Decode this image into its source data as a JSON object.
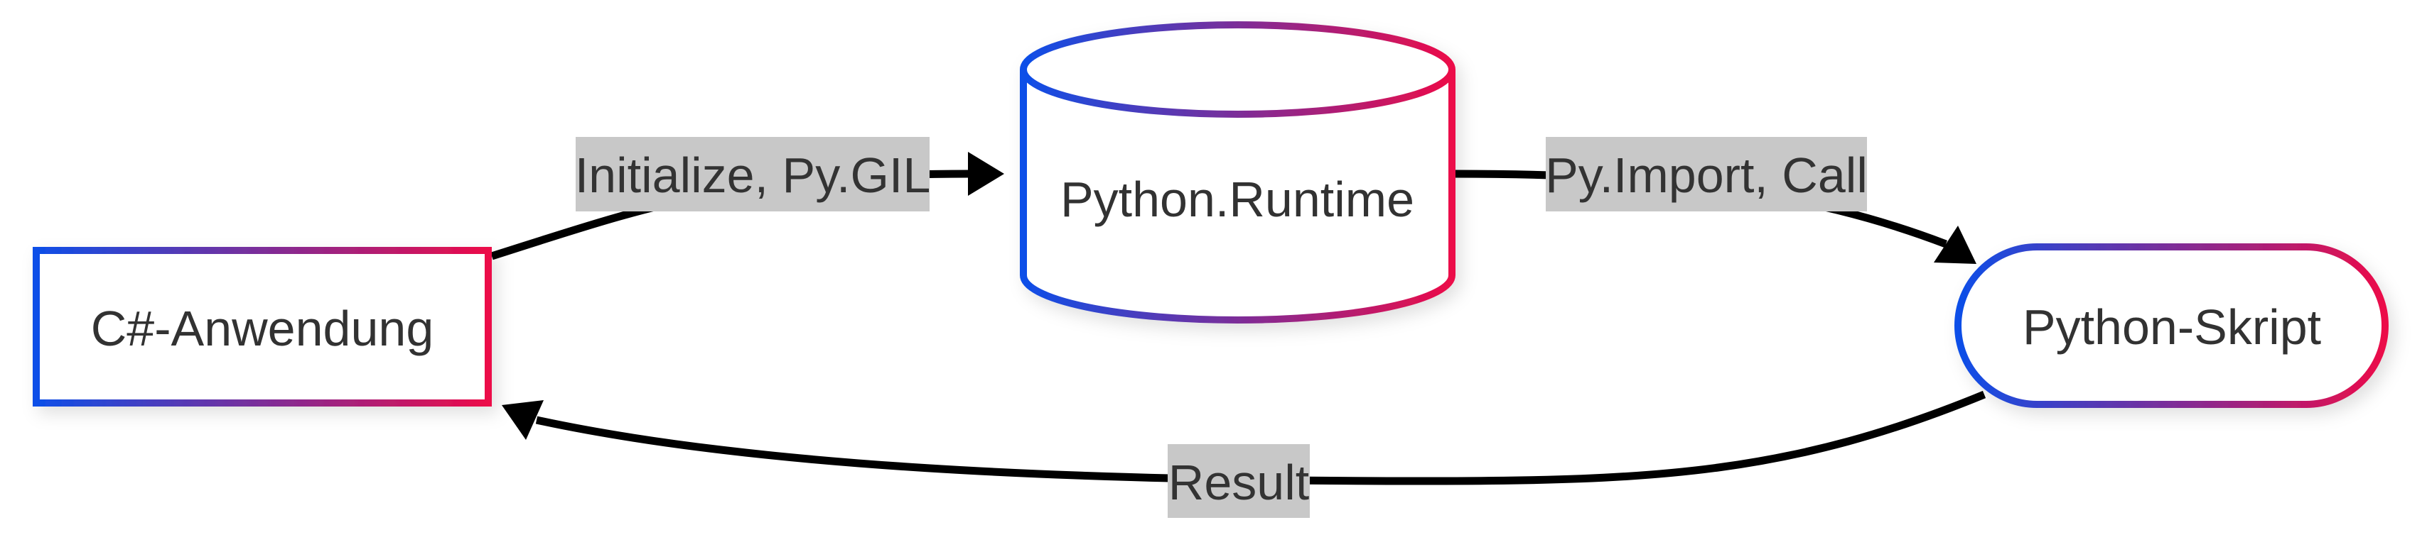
{
  "diagram": {
    "type": "flowchart-LR",
    "background": "#ffffff",
    "nodes": [
      {
        "id": "csharp",
        "label": "C#-Anwendung",
        "shape": "rectangle"
      },
      {
        "id": "runtime",
        "label": "Python.Runtime",
        "shape": "cylinder"
      },
      {
        "id": "script",
        "label": "Python-Skript",
        "shape": "stadium"
      }
    ],
    "edges": [
      {
        "from": "csharp",
        "to": "runtime",
        "label": "Initialize, Py.GIL"
      },
      {
        "from": "runtime",
        "to": "script",
        "label": "Py.Import, Call"
      },
      {
        "from": "script",
        "to": "csharp",
        "label": "Result"
      }
    ]
  },
  "colors": {
    "gradient_start": "#0d4fe8",
    "gradient_end": "#ec0c49",
    "node_fill": "#ffffff",
    "edge_color": "#000000",
    "label_bg": "#c8c8c8",
    "text_color": "#333333"
  }
}
